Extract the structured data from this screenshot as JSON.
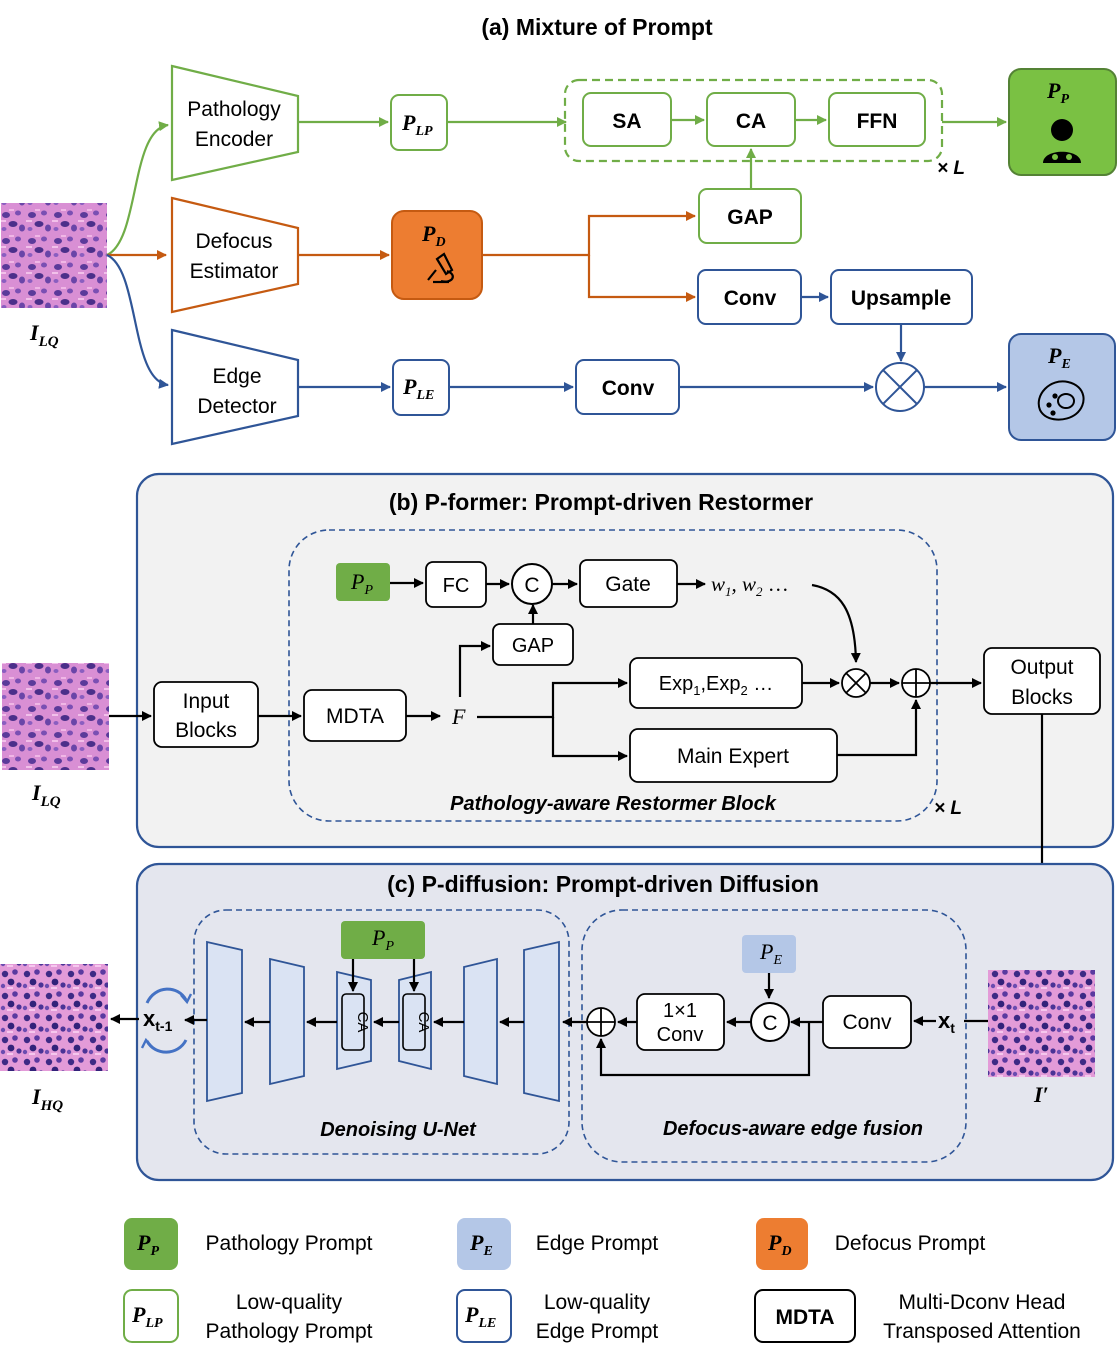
{
  "colors": {
    "green": "#70ad47",
    "green_fill": "#7ac143",
    "orange": "#c55a11",
    "orange_fill": "#ed7d31",
    "blue": "#2f5597",
    "blue_light_fill": "#b4c7e7",
    "panel_gray": "#f2f2f2",
    "panel_blue_gray": "#e4e6ee"
  },
  "section_a": {
    "title": "(a) Mixture of Prompt",
    "pathology_encoder": [
      "Pathology",
      "Encoder"
    ],
    "defocus_estimator": [
      "Defocus",
      "Estimator"
    ],
    "edge_detector": [
      "Edge",
      "Detector"
    ],
    "input_label": "I",
    "input_sub": "LQ",
    "p_lp": {
      "main": "P",
      "sub": "LP"
    },
    "p_d": {
      "main": "P",
      "sub": "D"
    },
    "p_le": {
      "main": "P",
      "sub": "LE"
    },
    "sa": "SA",
    "ca": "CA",
    "ffn": "FFN",
    "times_l": "× L",
    "gap": "GAP",
    "conv_upper": "Conv",
    "upsample": "Upsample",
    "conv_lower": "Conv",
    "p_p_out": {
      "main": "P",
      "sub": "P"
    },
    "p_e_out": {
      "main": "P",
      "sub": "E"
    }
  },
  "section_b": {
    "title": "(b) P-former: Prompt-driven Restormer",
    "pp_tag": {
      "main": "P",
      "sub": "P"
    },
    "fc": "FC",
    "concat": "C",
    "gate": "Gate",
    "weights": "w",
    "weights_tail": "…",
    "gap": "GAP",
    "input_blocks": [
      "Input",
      "Blocks"
    ],
    "mdta": "MDTA",
    "feature": "F",
    "experts": "Exp",
    "experts_tail": "…",
    "main_expert": "Main Expert",
    "output_blocks": [
      "Output",
      "Blocks"
    ],
    "block_caption": "Pathology-aware Restormer Block",
    "times_l": "× L",
    "input_label": "I",
    "input_sub": "LQ"
  },
  "section_c": {
    "title": "(c) P-diffusion: Prompt-driven Diffusion",
    "pp_tag": {
      "main": "P",
      "sub": "P"
    },
    "pe_tag": {
      "main": "P",
      "sub": "E"
    },
    "ca1": "CA",
    "ca2": "CA",
    "conv1x1": [
      "1×1",
      "Conv"
    ],
    "concat": "C",
    "conv": "Conv",
    "x_t": "x",
    "x_t_sub": "t",
    "x_t1": "x",
    "x_t1_sub": "t-1",
    "unet_caption": "Denoising U-Net",
    "fusion_caption": "Defocus-aware edge fusion",
    "output_label": "I",
    "output_sub": "HQ",
    "restored_label": "I′"
  },
  "legend": [
    {
      "symbol": "P",
      "sub": "P",
      "text": [
        "Pathology Prompt"
      ]
    },
    {
      "symbol": "P",
      "sub": "E",
      "text": [
        "Edge Prompt"
      ]
    },
    {
      "symbol": "P",
      "sub": "D",
      "text": [
        "Defocus Prompt"
      ]
    },
    {
      "symbol": "P",
      "sub": "LP",
      "text": [
        "Low-quality",
        "Pathology Prompt"
      ]
    },
    {
      "symbol": "P",
      "sub": "LE",
      "text": [
        "Low-quality",
        "Edge Prompt"
      ]
    },
    {
      "symbol": "MDTA",
      "sub": "",
      "text": [
        "Multi-Dconv Head",
        "Transposed Attention"
      ]
    }
  ]
}
